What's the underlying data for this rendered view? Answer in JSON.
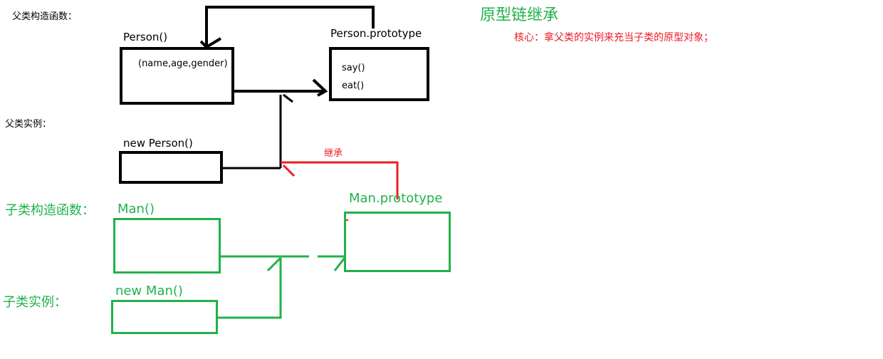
{
  "colors": {
    "black": "#000000",
    "green": "#22b14c",
    "red": "#ed1c24",
    "background": "#ffffff"
  },
  "title": "原型链继承",
  "subtitle": "核心：拿父类的实例来充当子类的原型对象；",
  "parent": {
    "constructor_label": "父类构造函数：",
    "constructor_name": "Person()",
    "constructor_params": "(name,age,gender)",
    "prototype_name": "Person.prototype",
    "prototype_methods": [
      "say()",
      "eat()"
    ],
    "instance_label": "父类实例：",
    "instance_name": "new Person()"
  },
  "inherit_label": "继承",
  "child": {
    "constructor_label": "子类构造函数：",
    "constructor_name": "Man()",
    "prototype_name": "Man.prototype",
    "instance_label": "子类实例：",
    "instance_name": "new Man()"
  }
}
